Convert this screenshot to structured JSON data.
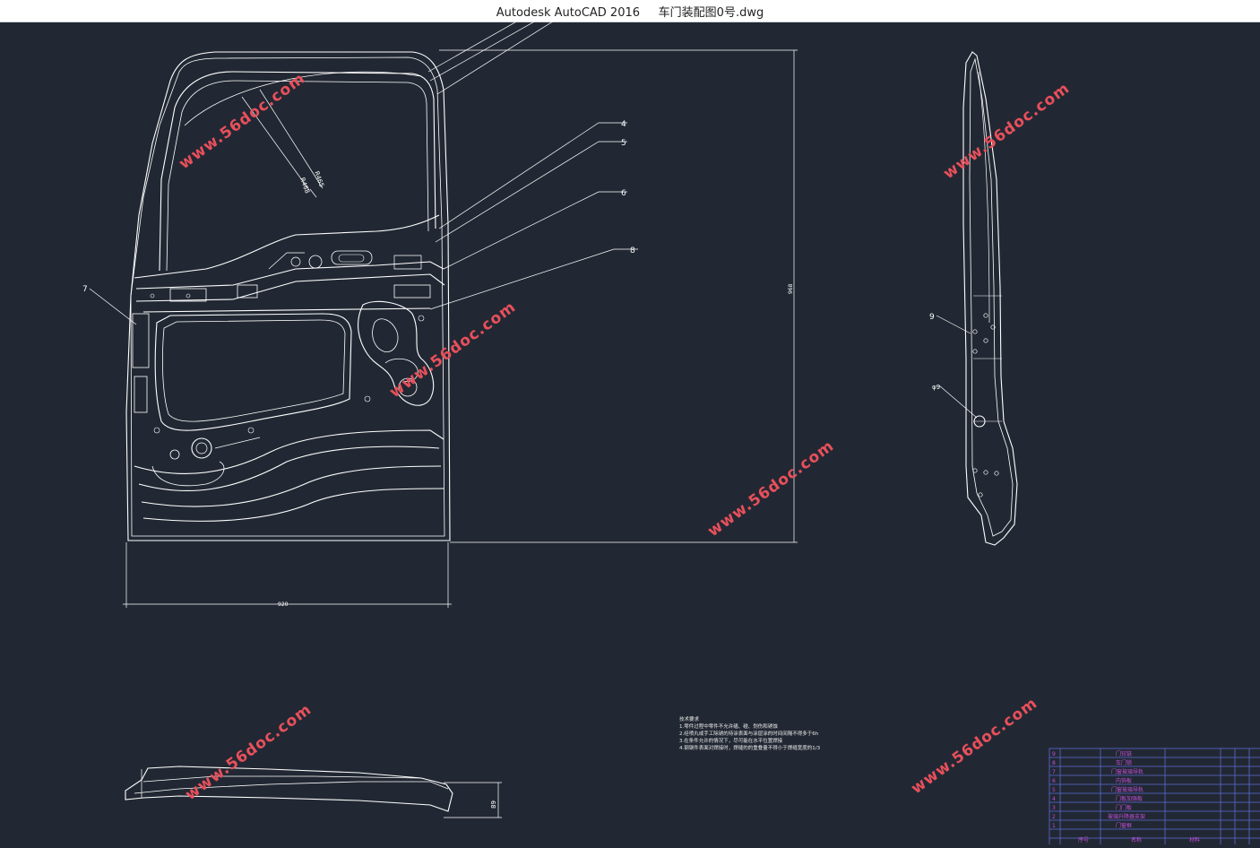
{
  "window": {
    "app": "Autodesk AutoCAD 2016",
    "file": "车门装配图0号.dwg",
    "title": "Autodesk AutoCAD 2016     车门装配图0号.dwg"
  },
  "drawing": {
    "callouts": [
      "4",
      "5",
      "6",
      "7",
      "8",
      "9"
    ],
    "radius_labels": [
      "R465",
      "R468"
    ],
    "dims": {
      "width": "920",
      "height": "968",
      "thickness": "89"
    },
    "hole_label": "φ9"
  },
  "watermark": "www.56doc.com",
  "tech_notes": {
    "title": "技术要求",
    "lines": [
      "1.零件过程中零件不允许磕、碰、划伤和锈蚀",
      "2.经喷丸或手工除锈的待涂表面与涂层涂的时间间隔不得多于6h",
      "3.在条件允许的情况下，尽可能在水平位置焊接",
      "4.钢钢件表面对焊接时，焊缝的的重叠量不得小于焊缝宽度的1/3"
    ]
  },
  "title_block": {
    "rows": [
      {
        "no": "9",
        "name": "门铰链"
      },
      {
        "no": "8",
        "name": "车门锁"
      },
      {
        "no": "7",
        "name": "门窗玻璃导轨"
      },
      {
        "no": "6",
        "name": "内饰板"
      },
      {
        "no": "5",
        "name": "门窗玻璃导轨"
      },
      {
        "no": "4",
        "name": "门板加强板"
      },
      {
        "no": "3",
        "name": "门门板"
      },
      {
        "no": "2",
        "name": "玻璃升降器支架"
      },
      {
        "no": "1",
        "name": "门窗框"
      }
    ],
    "footer": [
      "序号",
      "名称",
      "材料"
    ]
  },
  "colors": {
    "background": "#222833",
    "lines": "#ffffff",
    "watermark": "#e8505b",
    "table": "#5b6bd6",
    "table_text": "#c050d8"
  }
}
